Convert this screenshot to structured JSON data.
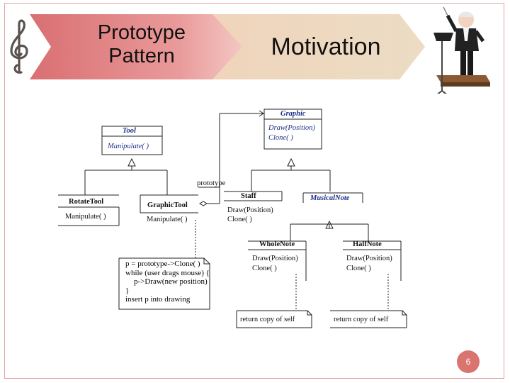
{
  "slide": {
    "title": "Prototype Pattern",
    "subtitle": "Motivation",
    "page_number": "6"
  },
  "diagram": {
    "classes": {
      "graphic": {
        "name": "Graphic",
        "ops": [
          "Draw(Position)",
          "Clone( )"
        ]
      },
      "tool": {
        "name": "Tool",
        "ops": [
          "Manipulate( )"
        ]
      },
      "rotate_tool": {
        "name": "RotateTool",
        "ops": [
          "Manipulate( )"
        ]
      },
      "graphic_tool": {
        "name": "GraphicTool",
        "ops": [
          "Manipulate( )"
        ]
      },
      "staff": {
        "name": "Staff",
        "ops": [
          "Draw(Position)",
          "Clone( )"
        ]
      },
      "musical_note": {
        "name": "MusicalNote",
        "ops": []
      },
      "whole_note": {
        "name": "WholeNote",
        "ops": [
          "Draw(Position)",
          "Clone( )"
        ]
      },
      "half_note": {
        "name": "HalfNote",
        "ops": [
          "Draw(Position)",
          "Clone( )"
        ]
      }
    },
    "association_label": "prototype",
    "code_note": [
      "p = prototype->Clone( )",
      "while (user drags mouse) {",
      "    p->Draw(new position)",
      "}",
      "insert p into drawing"
    ],
    "note_whole": "return copy of self",
    "note_half": "return copy of self"
  },
  "colors": {
    "accent": "#d9746f",
    "band_left": "#e38a8a",
    "band_right": "#efd9c2",
    "class_name_blue": "#1e2e8a"
  },
  "icons": {
    "clef": "treble-clef-icon",
    "conductor": "conductor-clipart-icon"
  }
}
